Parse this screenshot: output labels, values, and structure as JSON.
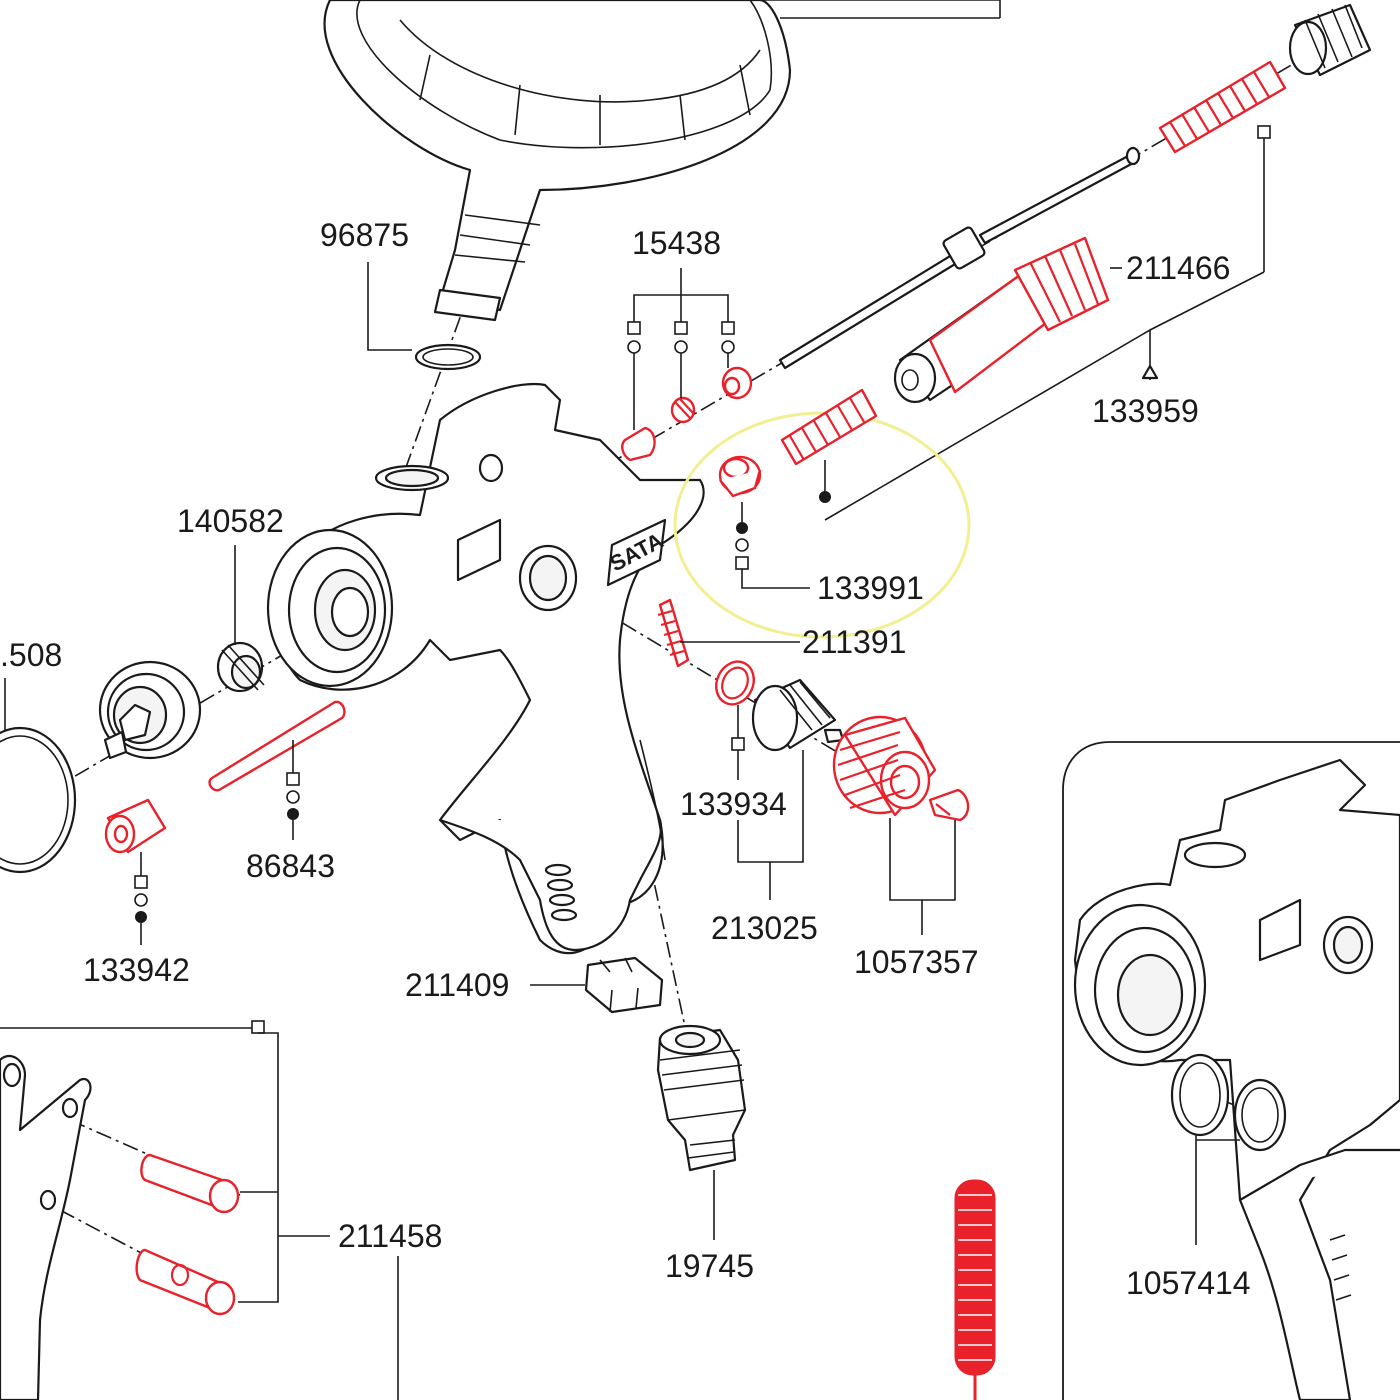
{
  "part_labels": {
    "p96875": "96875",
    "p15438": "15438",
    "p211466": "211466",
    "p133959": "133959",
    "p140582": "140582",
    "p133991": "133991",
    "p211391": "211391",
    "p1508": ".508",
    "p133934": "133934",
    "p86843": "86843",
    "p213025": "213025",
    "p1057357": "1057357",
    "p133942": "133942",
    "p211409": "211409",
    "p211458": "211458",
    "p19745": "19745",
    "p1057414": "1057414"
  },
  "brand_mark": "SATA",
  "colors": {
    "highlight_parts": "#e8212a",
    "outline": "#1a1a1a",
    "callout_circle": "#f3ee92",
    "background": "#ffffff"
  },
  "legend_symbols": [
    "open-square",
    "open-circle",
    "filled-circle",
    "open-triangle"
  ]
}
